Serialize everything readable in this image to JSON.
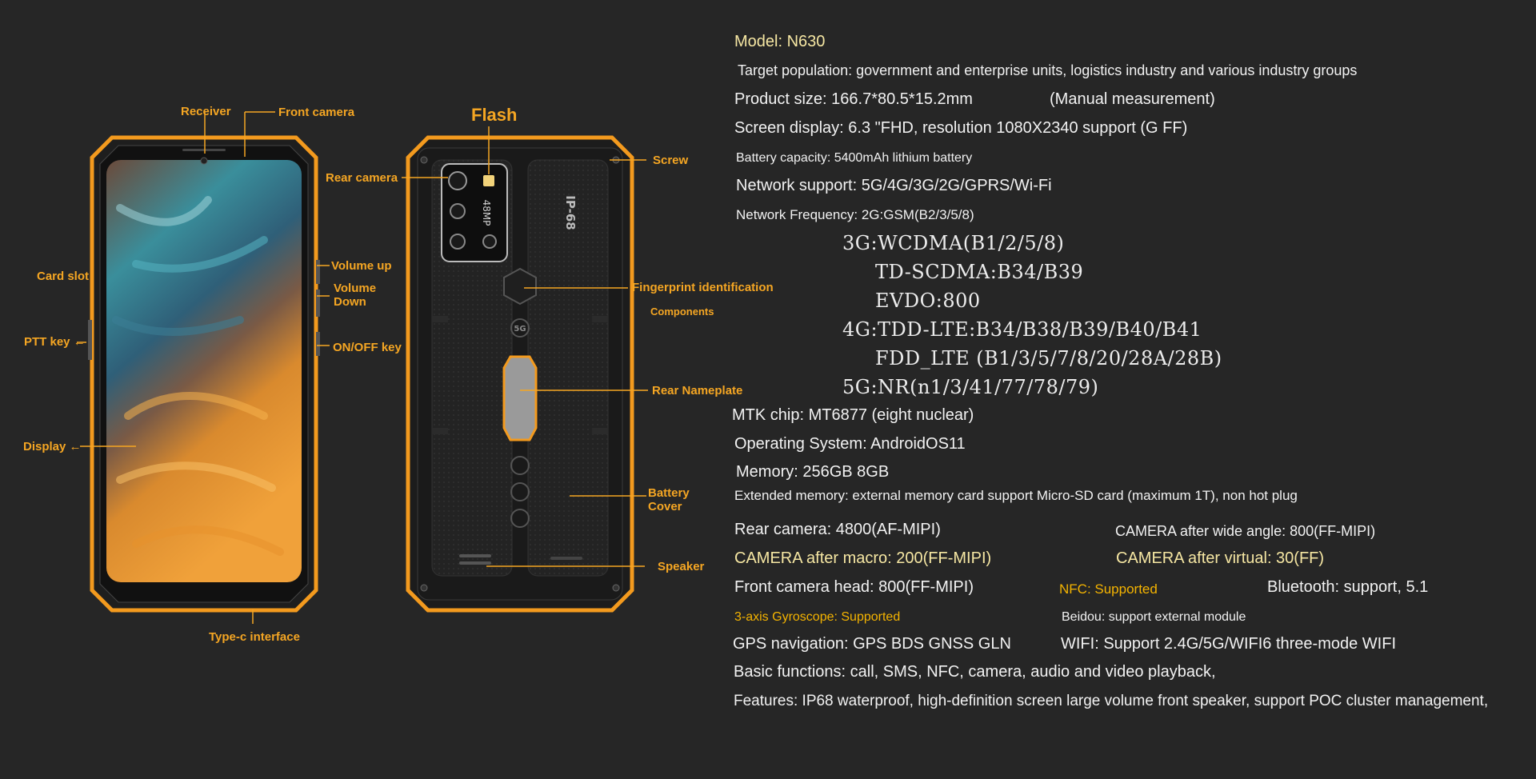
{
  "labels": {
    "receiver": "Receiver",
    "front_camera": "Front camera",
    "card_slot": "Card slot",
    "volume_up": "Volume up",
    "volume_down": "Volume Down",
    "ptt_key": "PTT key ←",
    "on_off_key": "ON/OFF key",
    "display": "Display ←",
    "type_c": "Type-c interface",
    "flash": "Flash",
    "rear_camera": "Rear camera",
    "screw": "Screw",
    "fingerprint": "Fingerprint identification",
    "components": "Components",
    "rear_nameplate": "Rear Nameplate",
    "battery_cover": "Battery Cover",
    "speaker": "Speaker"
  },
  "phone_back_markings": {
    "camera_text": "48MP",
    "ip_badge": "IP-68",
    "badge_5g": "5G"
  },
  "colors": {
    "background": "#262626",
    "accent_orange": "#f5a623",
    "frame_orange": "#f39a1e",
    "highlight_text": "#f6e7a3"
  },
  "specs": {
    "model": "Model: N630",
    "target": "Target population: government and enterprise units, logistics industry and various industry groups",
    "size": "Product size: 166.7*80.5*15.2mm",
    "size_note": "(Manual measurement)",
    "screen": "Screen display: 6.3 \"FHD, resolution 1080X2340 support (G FF)",
    "battery": "Battery capacity: 5400mAh lithium battery",
    "network": "Network support: 5G/4G/3G/2G/GPRS/Wi-Fi",
    "frequency": "Network Frequency: 2G:GSM(B2/3/5/8)",
    "freq_lines": [
      "3G:WCDMA(B1/2/5/8)",
      "TD-SCDMA:B34/B39",
      "EVDO:800",
      "4G:TDD-LTE:B34/B38/B39/B40/B41",
      "FDD_LTE (B1/3/5/7/8/20/28A/28B)",
      "5G:NR(n1/3/41/77/78/79)"
    ],
    "chip": "MTK chip: MT6877 (eight nuclear)",
    "os": "Operating System: AndroidOS11",
    "memory": "Memory: 256GB 8GB",
    "ext_memory": "Extended memory: external memory card support Micro-SD card (maximum 1T), non hot plug",
    "rear_cam": "Rear camera: 4800(AF-MIPI)",
    "wide_cam": "CAMERA after wide angle: 800(FF-MIPI)",
    "macro_cam": "CAMERA after macro: 200(FF-MIPI)",
    "virtual_cam": "CAMERA after virtual: 30(FF)",
    "front_cam": "Front camera head: 800(FF-MIPI)",
    "nfc": "NFC: Supported",
    "bluetooth": "Bluetooth: support, 5.1",
    "gyro": "3-axis Gyroscope: Supported",
    "beidou": "Beidou: support external module",
    "gps": "GPS navigation: GPS BDS GNSS GLN",
    "wifi": "WIFI: Support 2.4G/5G/WIFI6 three-mode WIFI",
    "basic": "Basic functions: call, SMS, NFC, camera, audio and video playback,",
    "features": "Features: IP68 waterproof, high-definition screen large volume front speaker, support POC cluster management,"
  }
}
